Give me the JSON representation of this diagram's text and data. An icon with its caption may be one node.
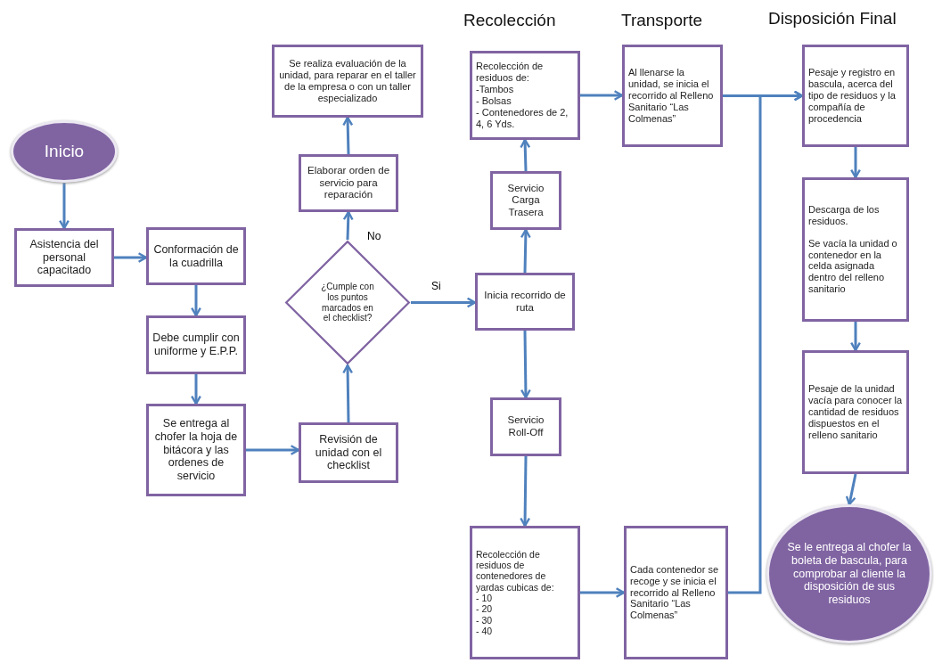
{
  "diagram": {
    "nodes": [
      {
        "text": [
          "Inicio"
        ]
      },
      {
        "text": [
          "Asistencia del personal capacitado"
        ]
      },
      {
        "text": [
          "Conformación de la cuadrilla"
        ]
      },
      {
        "text": [
          "Debe cumplir con uniforme y E.P.P."
        ]
      },
      {
        "text": [
          "Se entrega al chofer la hoja de bitácora y las ordenes de servicio"
        ]
      },
      {
        "text": [
          "Revisión de unidad con el checklist"
        ]
      },
      {
        "text": [
          "¿Cumple con los puntos marcados en el checklist?"
        ]
      },
      {
        "text": [
          "Elaborar orden de servicio para reparación"
        ]
      },
      {
        "text": [
          "Se realiza evaluación de la unidad, para reparar en el taller de la empresa o con un taller especializado"
        ]
      },
      {
        "text": [
          "Inicia recorrido de ruta"
        ]
      },
      {
        "text": [
          "Servicio Carga Trasera"
        ]
      },
      {
        "text": [
          "Recolección de residuos de:",
          "-Tambos",
          "- Bolsas",
          "- Contenedores de 2, 4, 6 Yds."
        ]
      },
      {
        "text": [
          "Al llenarse la unidad, se inicia el recorrido al Relleno Sanitario “Las Colmenas”"
        ]
      },
      {
        "text": [
          "Servicio Roll-Off"
        ]
      },
      {
        "text": [
          "Recolección de residuos de contenedores de yardas cubicas de:",
          "- 10",
          "- 20",
          "- 30",
          "- 40"
        ]
      },
      {
        "text": [
          "Cada contenedor se recoge y se inicia el recorrido al Relleno Sanitario “Las Colmenas”"
        ]
      },
      {
        "text": [
          "Pesaje y registro en bascula, acerca del tipo de residuos y la compañía de procedencia"
        ]
      },
      {
        "text": [
          "Descarga de los residuos.",
          "Se vacía la unidad o contenedor en la celda asignada dentro del relleno sanitario"
        ]
      },
      {
        "text": [
          "Pesaje de la unidad vacía para conocer la cantidad de residuos dispuestos en el relleno sanitario"
        ]
      },
      {
        "text": [
          "Se le entrega al chofer la boleta de bascula, para comprobar al cliente la disposición de sus residuos"
        ]
      }
    ],
    "edges": [
      {
        "from": 0,
        "to": 1,
        "arrow": "to"
      },
      {
        "from": 1,
        "to": 2,
        "arrow": "to"
      },
      {
        "from": 2,
        "to": 3,
        "arrow": "to"
      },
      {
        "from": 3,
        "to": 4,
        "arrow": "to"
      },
      {
        "from": 4,
        "to": 5,
        "arrow": "to"
      },
      {
        "from": 5,
        "to": 6,
        "arrow": "to"
      },
      {
        "from": 6,
        "to": 7,
        "arrow": "to",
        "label": "No"
      },
      {
        "from": 7,
        "to": 8,
        "arrow": "to"
      },
      {
        "from": 6,
        "to": 9,
        "arrow": "to",
        "label": "Si"
      },
      {
        "from": 9,
        "to": 10,
        "arrow": "to"
      },
      {
        "from": 10,
        "to": 11,
        "arrow": "to"
      },
      {
        "from": 11,
        "to": 12,
        "arrow": "to"
      },
      {
        "from": 12,
        "to": 16,
        "arrow": "to"
      },
      {
        "from": 9,
        "to": 13,
        "arrow": "to"
      },
      {
        "from": 13,
        "to": 14,
        "arrow": "to"
      },
      {
        "from": 14,
        "to": 15,
        "arrow": "to"
      },
      {
        "from": 15,
        "to": 16,
        "arrow": "to"
      },
      {
        "from": 16,
        "to": 17,
        "arrow": "to"
      },
      {
        "from": 17,
        "to": 18,
        "arrow": "to"
      },
      {
        "from": 18,
        "to": 19,
        "arrow": "to"
      }
    ],
    "labels": [
      "Recolección",
      "Transporte",
      "Disposición Final"
    ]
  }
}
